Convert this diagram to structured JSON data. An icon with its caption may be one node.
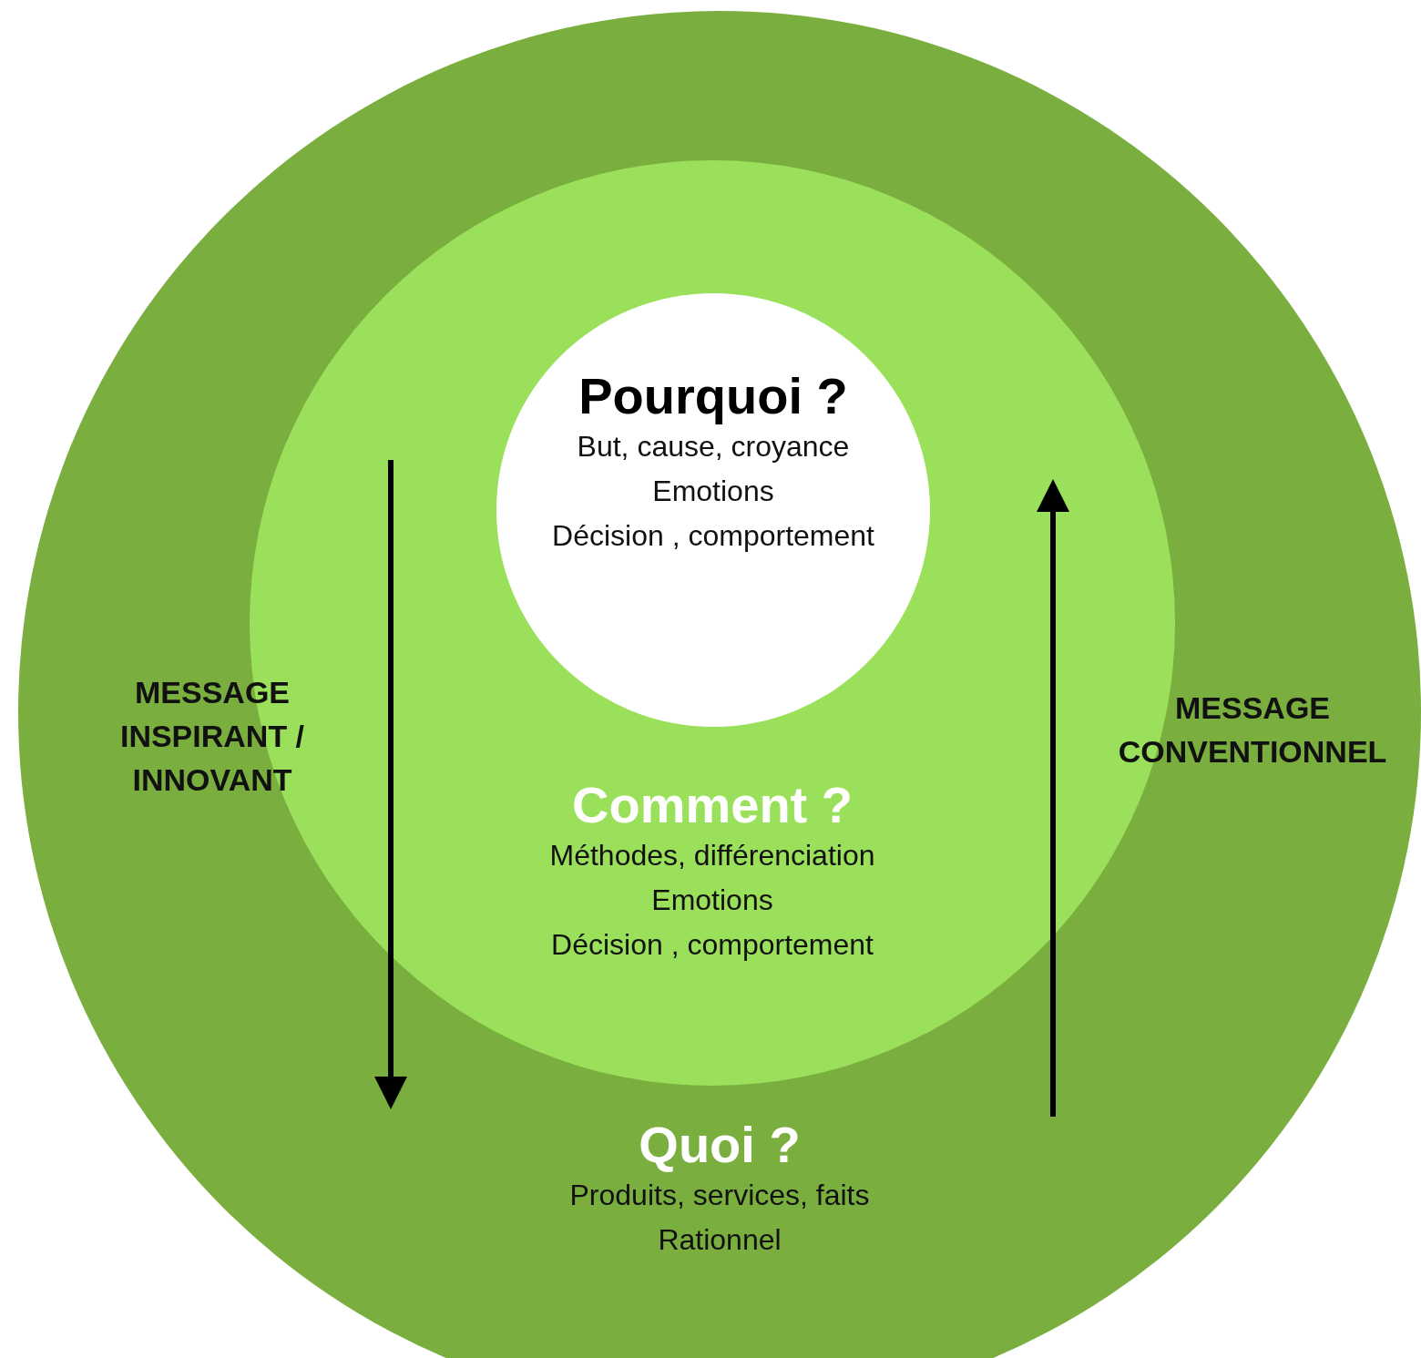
{
  "diagram": {
    "nodes": [
      {
        "text": [
          "Quoi ?",
          "Produits, services, faits",
          "Rationnel"
        ]
      },
      {
        "text": [
          "Comment ?",
          "Méthodes, différenciation",
          "Emotions",
          "Décision , comportement"
        ],
        "in": 0
      },
      {
        "text": [
          "Pourquoi ?",
          "But, cause, croyance",
          "Emotions",
          "Décision , comportement"
        ],
        "in": 1
      }
    ],
    "labels": [
      "MESSAGE INSPIRANT / INNOVANT",
      "MESSAGE CONVENTIONNEL"
    ]
  }
}
